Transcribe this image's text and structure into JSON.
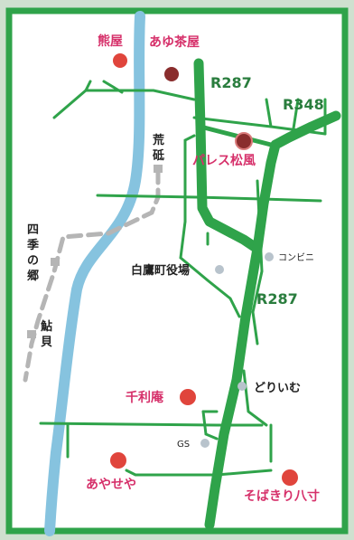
{
  "colors": {
    "frame": "#2fa34a",
    "road": "#2fa34a",
    "river": "#86c3df",
    "rail": "#b5b5b5",
    "shop_red": "#e0453c",
    "shop_dark": "#8a2d2d",
    "poi": "#b8c3cc",
    "shop_text": "#d6306a",
    "route_text": "#2a7d3e"
  },
  "shops": {
    "kumaya": "熊屋",
    "ayu_chaya": "あゆ茶屋",
    "palace": "パレス松風",
    "senrian": "千利庵",
    "ayaseya": "あやせや",
    "sobakiri": "そばきり八寸"
  },
  "places": {
    "ara": "荒",
    "to": "砥",
    "shiki": "四",
    "ki": "季",
    "no": "の",
    "sato": "郷",
    "ayu": "鮎",
    "kai": "貝",
    "hakutaka": "白鷹町役場",
    "konbini": "コンビニ",
    "dorium": "どりいむ",
    "gs": "GS"
  },
  "routes": {
    "r287_top": "R287",
    "r348": "R348",
    "r287_mid": "R287"
  }
}
